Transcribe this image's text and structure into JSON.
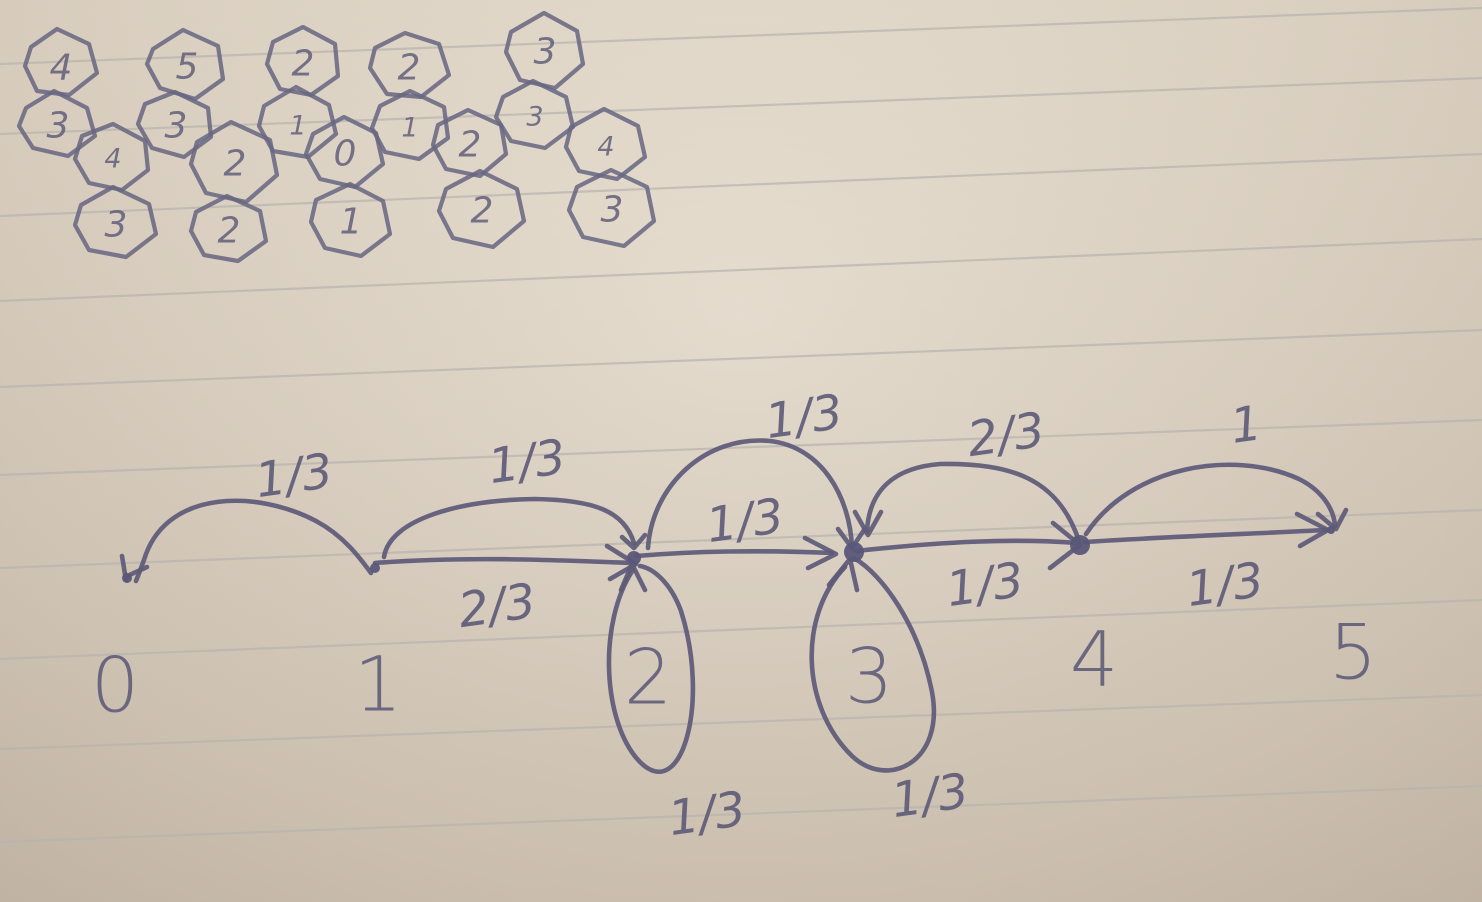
{
  "hex_cells": [
    {
      "label": "4"
    },
    {
      "label": "5"
    },
    {
      "label": "2"
    },
    {
      "label": "2"
    },
    {
      "label": "3"
    },
    {
      "label": "3"
    },
    {
      "label": "3"
    },
    {
      "label": "1"
    },
    {
      "label": "1"
    },
    {
      "label": "2"
    },
    {
      "label": "3"
    },
    {
      "label": "4"
    },
    {
      "label": "4"
    },
    {
      "label": "2"
    },
    {
      "label": "0"
    },
    {
      "label": "3"
    },
    {
      "label": "2"
    },
    {
      "label": "1"
    },
    {
      "label": "2"
    },
    {
      "label": "3"
    }
  ],
  "graph": {
    "nodes": [
      {
        "label": "0"
      },
      {
        "label": "1"
      },
      {
        "label": "2"
      },
      {
        "label": "3"
      },
      {
        "label": "4"
      },
      {
        "label": "5"
      }
    ],
    "edges": [
      {
        "from": "1",
        "to": "0",
        "label": "1/3"
      },
      {
        "from": "1",
        "to": "2",
        "label": "1/3"
      },
      {
        "from": "1",
        "to": "2",
        "label": "2/3"
      },
      {
        "from": "2",
        "to": "3",
        "label": "1/3"
      },
      {
        "from": "2",
        "to": "3",
        "label": "1/3"
      },
      {
        "from": "2",
        "to": "2",
        "label": "1/3"
      },
      {
        "from": "4",
        "to": "3",
        "label": "2/3"
      },
      {
        "from": "3",
        "to": "4",
        "label": "1/3"
      },
      {
        "from": "3",
        "to": "3",
        "label": "1/3"
      },
      {
        "from": "4",
        "to": "5",
        "label": "1"
      },
      {
        "from": "4",
        "to": "5",
        "label": "1/3"
      }
    ]
  }
}
